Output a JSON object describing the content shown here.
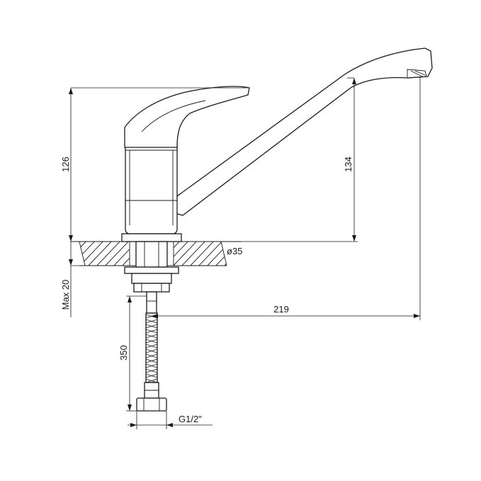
{
  "dimensions": {
    "height_total": "126",
    "height_spout": "134",
    "max_thickness": "Max 20",
    "hole_diameter": "ø35",
    "reach": "219",
    "hose_length": "350",
    "thread": "G1/2\""
  }
}
